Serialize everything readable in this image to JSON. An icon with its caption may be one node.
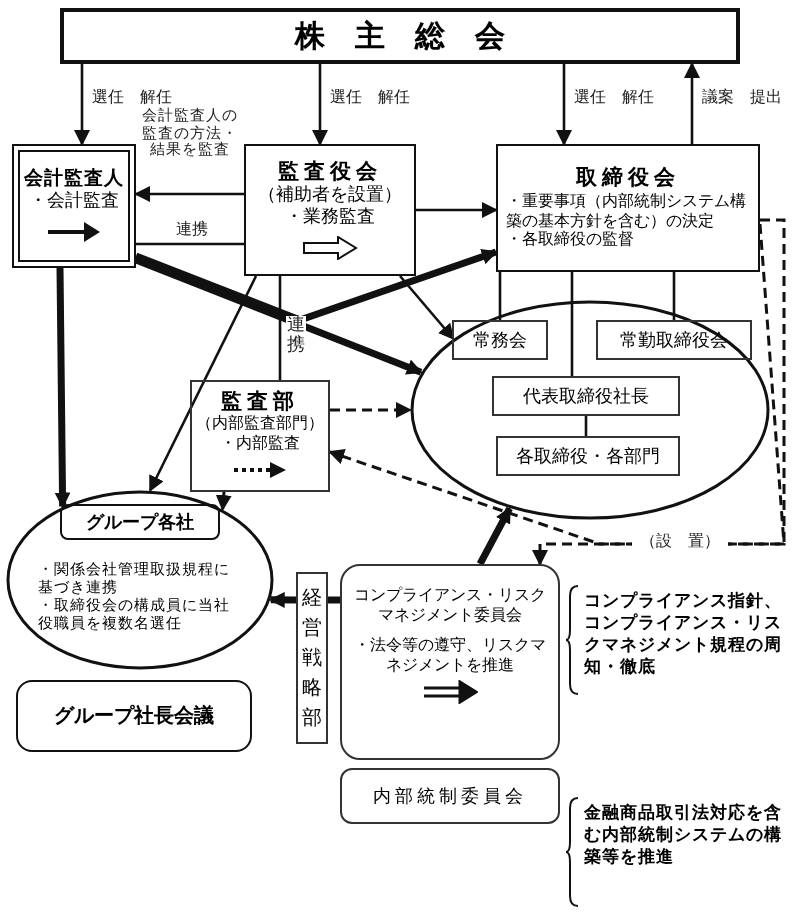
{
  "diagram": {
    "nodes": [
      {
        "text": [
          "株　主　総　会"
        ]
      },
      {
        "text": [
          "会計監査人",
          "・会計監査"
        ]
      },
      {
        "text": [
          "監査役会",
          "（補助者を設置）",
          "・業務監査"
        ]
      },
      {
        "text": [
          "取締役会",
          "・重要事項（内部統制システム構築の基本方針を含む）の決定",
          "・各取締役の監督"
        ]
      },
      {
        "text": [],
        "shape": "ellipse"
      },
      {
        "text": [
          "常務会"
        ],
        "in": 4
      },
      {
        "text": [
          "常勤取締役会"
        ],
        "in": 4
      },
      {
        "text": [
          "代表取締役社長"
        ],
        "in": 4
      },
      {
        "text": [
          "各取締役・各部門"
        ],
        "in": 4
      },
      {
        "text": [
          "監査部",
          "（内部監査部門）",
          "・内部監査"
        ]
      },
      {
        "text": [
          "・関係会社管理取扱規程に基づき連携",
          "・取締役会の構成員に当社役職員を複数名選任"
        ]
      },
      {
        "text": [
          "グループ各社"
        ],
        "in": 10
      },
      {
        "text": [
          "グループ社長会議"
        ]
      },
      {
        "text": [
          "経営戦略部"
        ]
      },
      {
        "text": [
          "コンプライアンス・リスクマネジメント委員会",
          "・法令等の遵守、リスクマネジメントを推進"
        ],
        "beside": [
          "コンプライアンス指針、コンプライアンス・リスクマネジメント規程の周知・徹底"
        ]
      },
      {
        "text": [
          "内部統制委員会"
        ],
        "beside": [
          "金融商品取引法対応を含む内部統制システムの構築等を推進"
        ]
      }
    ],
    "edges": [
      {
        "from": 0,
        "to": 1,
        "arrow": "to",
        "label": "選任　解任"
      },
      {
        "from": 0,
        "to": 2,
        "arrow": "to",
        "label": "選任　解任"
      },
      {
        "from": 0,
        "to": 3,
        "arrow": "to",
        "label": "選任　解任"
      },
      {
        "from": 3,
        "to": 0,
        "arrow": "to",
        "label": "議案　提出"
      },
      {
        "from": 2,
        "to": 1,
        "arrow": "to",
        "label": "会計監査人の監査の方法・結果を監査"
      },
      {
        "from": 1,
        "to": 2,
        "arrow": "none",
        "label": "連携"
      },
      {
        "from": 2,
        "to": 3,
        "arrow": "to"
      },
      {
        "from": 2,
        "to": 4,
        "arrow": "to"
      },
      {
        "from": 1,
        "to": 4,
        "arrow": "to",
        "style": "thick"
      },
      {
        "from": 1,
        "to": 3,
        "arrow": "to",
        "style": "thick"
      },
      {
        "from": 3,
        "to": 5,
        "arrow": "none"
      },
      {
        "from": 3,
        "to": 7,
        "arrow": "none"
      },
      {
        "from": 3,
        "to": 6,
        "arrow": "none"
      },
      {
        "from": 7,
        "to": 8,
        "arrow": "none"
      },
      {
        "from": 2,
        "to": 9,
        "arrow": "none",
        "label": "連携"
      },
      {
        "from": 1,
        "to": 10,
        "arrow": "to",
        "style": "thick"
      },
      {
        "from": 2,
        "to": 10,
        "arrow": "to"
      },
      {
        "from": 9,
        "to": 4,
        "arrow": "to",
        "style": "dashed"
      },
      {
        "from": 9,
        "to": 10,
        "arrow": "to",
        "style": "dashed"
      },
      {
        "from": 3,
        "to": 14,
        "arrow": "to",
        "style": "dashed",
        "label": "（設　置）"
      },
      {
        "from": 3,
        "to": 9,
        "arrow": "to",
        "style": "dashed"
      },
      {
        "from": 14,
        "to": 4,
        "arrow": "to",
        "style": "thick"
      },
      {
        "from": 14,
        "to": 13,
        "arrow": "none",
        "style": "thick"
      },
      {
        "from": 13,
        "to": 10,
        "arrow": "to",
        "style": "thick"
      }
    ]
  }
}
